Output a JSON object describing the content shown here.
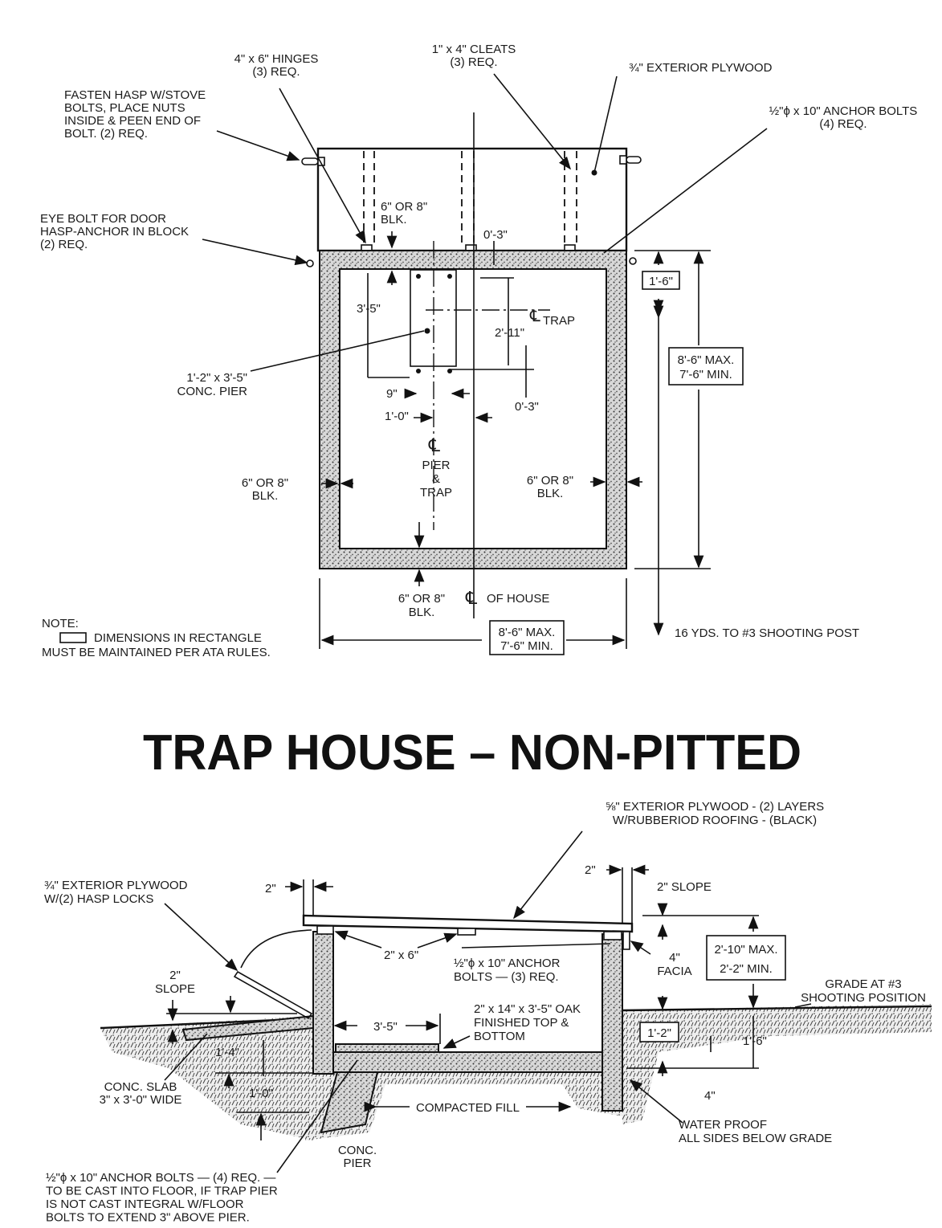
{
  "title": "TRAP HOUSE – NON-PITTED",
  "cl_symbol": "℄",
  "plan": {
    "hasp_note": [
      "FASTEN HASP W/STOVE",
      "BOLTS, PLACE NUTS",
      "INSIDE & PEEN END OF",
      "BOLT. (2) REQ."
    ],
    "hinges": [
      "4\" x 6\" HINGES",
      "(3) REQ."
    ],
    "cleats": [
      "1\" x 4\" CLEATS",
      "(3) REQ."
    ],
    "plywood": "¾\" EXTERIOR PLYWOOD",
    "anchor_bolts": [
      "½\"ϕ x 10\" ANCHOR BOLTS",
      "(4) REQ."
    ],
    "eye_bolt": [
      "EYE BOLT FOR DOOR",
      "HASP-ANCHOR IN BLOCK",
      "(2) REQ."
    ],
    "blk_top": [
      "6\" OR 8\"",
      "BLK."
    ],
    "dim_0_3_top": "0'-3\"",
    "dim_1_6": "1'-6\"",
    "dim_3_5": "3'-5\"",
    "trap_cl": "TRAP",
    "dim_2_11": "2'-11\"",
    "depth": [
      "8'-6\" MAX.",
      "7'-6\" MIN."
    ],
    "pier": [
      "1'-2\" x 3'-5\"",
      "CONC. PIER"
    ],
    "dim_9": "9\"",
    "dim_0_3_bottom": "0'-3\"",
    "dim_1_0": "1'-0\"",
    "pier_trap_cl": [
      "PIER",
      "&",
      "TRAP"
    ],
    "blk_left": [
      "6\" OR 8\"",
      "BLK."
    ],
    "blk_right": [
      "6\" OR 8\"",
      "BLK."
    ],
    "blk_bottom": [
      "6\" OR 8\"",
      "BLK."
    ],
    "house_cl": "OF HOUSE",
    "width": [
      "8'-6\" MAX.",
      "7'-6\" MIN."
    ],
    "shooting_post": "16 YDS. TO #3 SHOOTING POST",
    "note": [
      "NOTE:",
      "DIMENSIONS IN RECTANGLE",
      "MUST BE MAINTAINED PER ATA RULES."
    ]
  },
  "section": {
    "roofing": [
      "⅝\" EXTERIOR PLYWOOD - (2) LAYERS",
      "W/RUBBERIOD ROOFING - (BLACK)"
    ],
    "door": [
      "¾\" EXTERIOR PLYWOOD",
      "W/(2) HASP LOCKS"
    ],
    "dim_2_left": "2\"",
    "dim_2_right": "2\"",
    "slope_right": "2\" SLOPE",
    "slope_left": [
      "2\"",
      "SLOPE"
    ],
    "joist": "2\" x 6\"",
    "anchor_bolts": [
      "½\"ϕ x 10\" ANCHOR",
      "BOLTS — (3) REQ."
    ],
    "facia": [
      "4\"",
      "FACIA"
    ],
    "height": [
      "2'-10\" MAX.",
      "2'-2\" MIN."
    ],
    "grade": [
      "GRADE AT #3",
      "SHOOTING POSITION"
    ],
    "dim_3_5": "3'-5\"",
    "oak": [
      "2\" x 14\" x 3'-5\" OAK",
      "FINISHED TOP &",
      "BOTTOM"
    ],
    "dim_1_4": "1'-4\"",
    "dim_1_2": "1'-2\"",
    "dim_1_6": "1'-6\"",
    "slab": [
      "CONC. SLAB",
      "3\" x 3'-0\" WIDE"
    ],
    "dim_1_0": "1'-0\"",
    "dim_4": "4\"",
    "fill": "COMPACTED FILL",
    "waterproof": [
      "WATER PROOF",
      "ALL SIDES BELOW GRADE"
    ],
    "pier": [
      "CONC.",
      "PIER"
    ],
    "anchor_note": [
      "½\"ϕ x 10\" ANCHOR BOLTS — (4) REQ. —",
      "TO BE CAST INTO FLOOR, IF TRAP PIER",
      "IS NOT CAST INTEGRAL W/FLOOR",
      "BOLTS TO EXTEND 3\" ABOVE PIER."
    ]
  }
}
